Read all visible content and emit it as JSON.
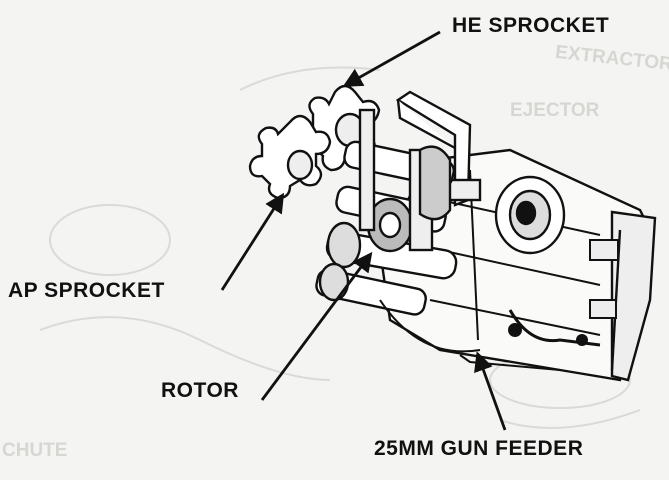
{
  "labels": {
    "he_sprocket": "HE SPROCKET",
    "ap_sprocket": "AP SPROCKET",
    "rotor": "ROTOR",
    "gun_feeder": "25MM GUN FEEDER"
  },
  "bleed_through": {
    "extractor": "EXTRACTOR",
    "ejector": "EJECTOR",
    "chute": "CHUTE"
  },
  "colors": {
    "ink": "#111111",
    "paper": "#f4f4f2",
    "ghost": "#d6d6d2"
  }
}
